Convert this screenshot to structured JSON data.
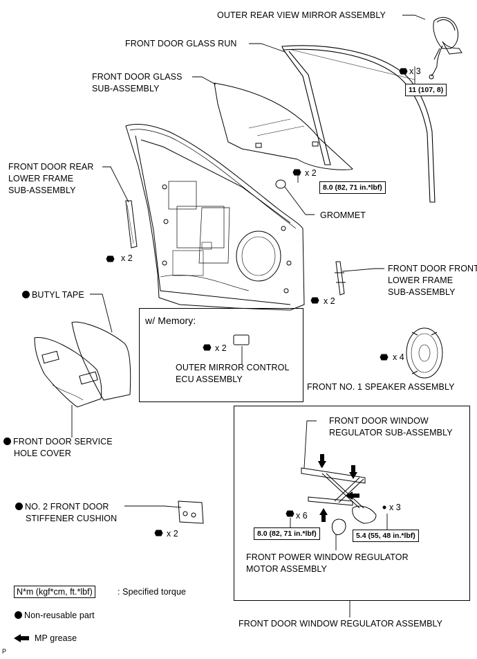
{
  "labels": {
    "mirror": "OUTER REAR VIEW MIRROR ASSEMBLY",
    "glass_run": "FRONT DOOR GLASS RUN",
    "glass_line1": "FRONT DOOR GLASS",
    "glass_line2": "SUB-ASSEMBLY",
    "rear_frame_line1": "FRONT DOOR REAR",
    "rear_frame_line2": "LOWER FRAME",
    "rear_frame_line3": "SUB-ASSEMBLY",
    "grommet": "GROMMET",
    "front_frame_line1": "FRONT DOOR FRONT",
    "front_frame_line2": "LOWER FRAME",
    "front_frame_line3": "SUB-ASSEMBLY",
    "butyl_tape": "BUTYL TAPE",
    "memory_title": "w/ Memory:",
    "ecu_line1": "OUTER MIRROR CONTROL",
    "ecu_line2": "ECU ASSEMBLY",
    "speaker": "FRONT NO. 1 SPEAKER ASSEMBLY",
    "service_cover_line1": "FRONT DOOR SERVICE",
    "service_cover_line2": "HOLE COVER",
    "regulator_sub_line1": "FRONT DOOR WINDOW",
    "regulator_sub_line2": "REGULATOR SUB-ASSEMBLY",
    "stiffener_line1": "NO. 2 FRONT DOOR",
    "stiffener_line2": "STIFFENER CUSHION",
    "motor_line1": "FRONT POWER WINDOW REGULATOR",
    "motor_line2": "MOTOR ASSEMBLY",
    "regulator_assy": "FRONT DOOR WINDOW REGULATOR ASSEMBLY",
    "corner_mark": "P"
  },
  "torques": {
    "mirror": "11 (107, 8)",
    "glass": "8.0 (82, 71 in.*lbf)",
    "regulator_left": "8.0 (82, 71 in.*lbf)",
    "regulator_right": "5.4 (55, 48 in.*lbf)"
  },
  "counts": {
    "mirror": "x 3",
    "glass": "x 2",
    "rear_frame": "x 2",
    "front_frame": "x 2",
    "ecu": "x 2",
    "speaker": "x 4",
    "stiffener": "x 2",
    "regulator_left": "x 6",
    "regulator_right": "x 3"
  },
  "legend": {
    "torque_box": "N*m (kgf*cm, ft.*lbf)",
    "torque_text": ": Specified torque",
    "nonreusable": "Non-reusable part",
    "grease": "MP grease"
  }
}
